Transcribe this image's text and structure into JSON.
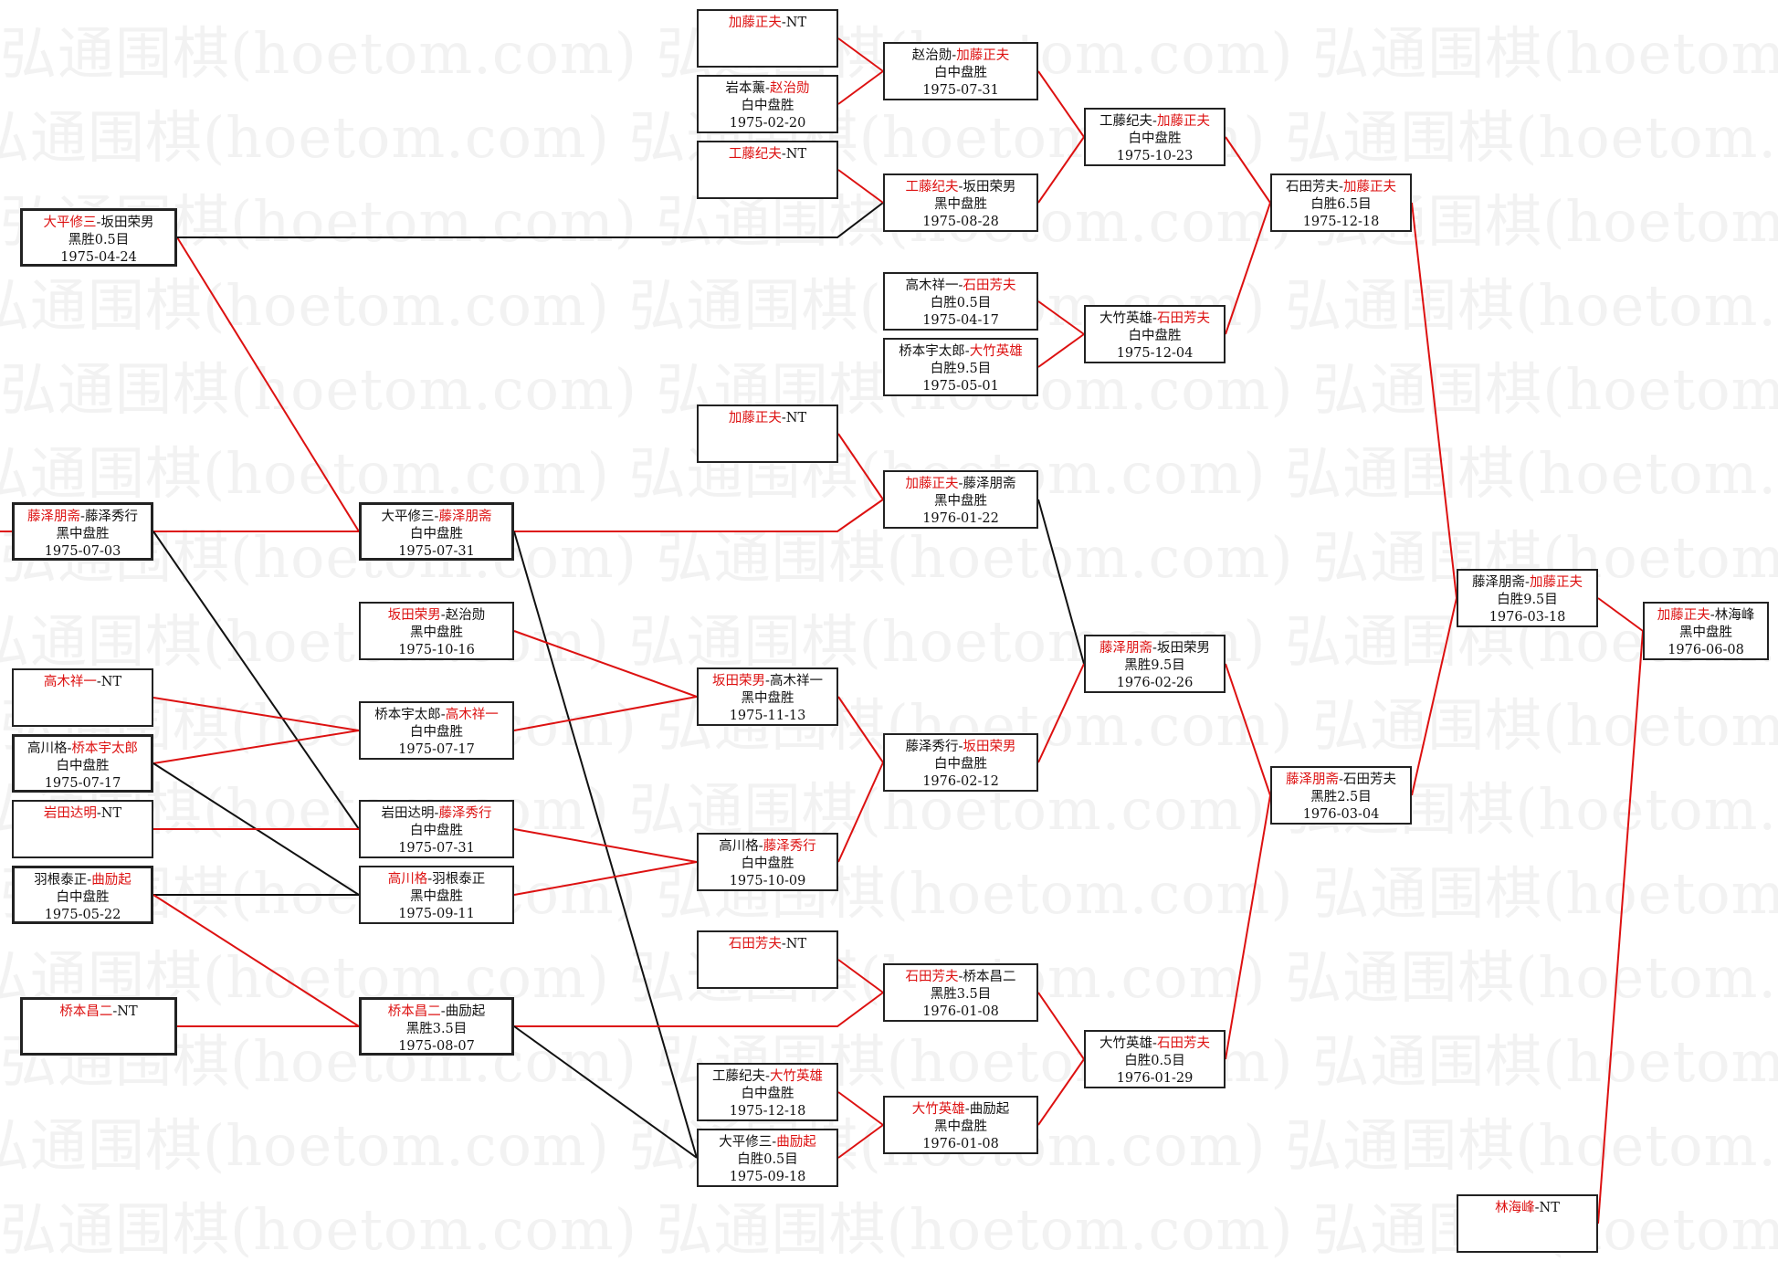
{
  "watermark": "弘通围棋(hoetom.com)",
  "colors": {
    "winner": "#dd1111",
    "line_red": "#dd1111",
    "line_black": "#111111"
  },
  "matches": [
    {
      "id": "r1_1",
      "p1": "大平修三",
      "p2": "坂田荣男",
      "winner": 1,
      "result": "黑胜0.5目",
      "date": "1975-04-24",
      "thick": true
    },
    {
      "id": "r1_2",
      "p1": "藤泽朋斋",
      "p2": "藤泽秀行",
      "winner": 1,
      "result": "黑中盘胜",
      "date": "1975-07-03",
      "thick": true
    },
    {
      "id": "r1_3",
      "p1": "高木祥一",
      "p2": "NT",
      "winner": 1,
      "result": "",
      "date": "",
      "thick": false
    },
    {
      "id": "r1_4",
      "p1": "高川格",
      "p2": "桥本宇太郎",
      "winner": 2,
      "result": "白中盘胜",
      "date": "1975-07-17",
      "thick": true
    },
    {
      "id": "r1_5",
      "p1": "岩田达明",
      "p2": "NT",
      "winner": 1,
      "result": "",
      "date": "",
      "thick": false
    },
    {
      "id": "r1_6",
      "p1": "羽根泰正",
      "p2": "曲励起",
      "winner": 2,
      "result": "白中盘胜",
      "date": "1975-05-22",
      "thick": true
    },
    {
      "id": "r1_7",
      "p1": "桥本昌二",
      "p2": "NT",
      "winner": 1,
      "result": "",
      "date": "",
      "thick": true
    },
    {
      "id": "r2_1",
      "p1": "大平修三",
      "p2": "藤泽朋斋",
      "winner": 2,
      "result": "白中盘胜",
      "date": "1975-07-31",
      "thick": true
    },
    {
      "id": "r2_2",
      "p1": "坂田荣男",
      "p2": "赵治勋",
      "winner": 1,
      "result": "黑中盘胜",
      "date": "1975-10-16",
      "thick": false
    },
    {
      "id": "r2_3",
      "p1": "桥本宇太郎",
      "p2": "高木祥一",
      "winner": 2,
      "result": "白中盘胜",
      "date": "1975-07-17",
      "thick": false
    },
    {
      "id": "r2_4",
      "p1": "岩田达明",
      "p2": "藤泽秀行",
      "winner": 2,
      "result": "白中盘胜",
      "date": "1975-07-31",
      "thick": false
    },
    {
      "id": "r2_5",
      "p1": "高川格",
      "p2": "羽根泰正",
      "winner": 1,
      "result": "黑中盘胜",
      "date": "1975-09-11",
      "thick": false
    },
    {
      "id": "r2_6",
      "p1": "桥本昌二",
      "p2": "曲励起",
      "winner": 1,
      "result": "黑胜3.5目",
      "date": "1975-08-07",
      "thick": true
    },
    {
      "id": "r3_1",
      "p1": "加藤正夫",
      "p2": "NT",
      "winner": 1,
      "result": "",
      "date": "",
      "thick": false
    },
    {
      "id": "r3_2",
      "p1": "岩本薰",
      "p2": "赵治勋",
      "winner": 2,
      "result": "白中盘胜",
      "date": "1975-02-20",
      "thick": false
    },
    {
      "id": "r3_3",
      "p1": "工藤纪夫",
      "p2": "NT",
      "winner": 1,
      "result": "",
      "date": "",
      "thick": false
    },
    {
      "id": "r3_4",
      "p1": "加藤正夫",
      "p2": "NT",
      "winner": 1,
      "result": "",
      "date": "",
      "thick": false
    },
    {
      "id": "r3_5",
      "p1": "坂田荣男",
      "p2": "高木祥一",
      "winner": 1,
      "result": "黑中盘胜",
      "date": "1975-11-13",
      "thick": false
    },
    {
      "id": "r3_6",
      "p1": "高川格",
      "p2": "藤泽秀行",
      "winner": 2,
      "result": "白中盘胜",
      "date": "1975-10-09",
      "thick": false
    },
    {
      "id": "r3_7",
      "p1": "石田芳夫",
      "p2": "NT",
      "winner": 1,
      "result": "",
      "date": "",
      "thick": false
    },
    {
      "id": "r3_8",
      "p1": "工藤纪夫",
      "p2": "大竹英雄",
      "winner": 2,
      "result": "白中盘胜",
      "date": "1975-12-18",
      "thick": false
    },
    {
      "id": "r3_9",
      "p1": "大平修三",
      "p2": "曲励起",
      "winner": 2,
      "result": "白胜0.5目",
      "date": "1975-09-18",
      "thick": false
    },
    {
      "id": "r4_1",
      "p1": "赵治勋",
      "p2": "加藤正夫",
      "winner": 2,
      "result": "白中盘胜",
      "date": "1975-07-31",
      "thick": false
    },
    {
      "id": "r4_2",
      "p1": "工藤纪夫",
      "p2": "坂田荣男",
      "winner": 1,
      "result": "黑中盘胜",
      "date": "1975-08-28",
      "thick": false
    },
    {
      "id": "r4_3",
      "p1": "高木祥一",
      "p2": "石田芳夫",
      "winner": 2,
      "result": "白胜0.5目",
      "date": "1975-04-17",
      "thick": false
    },
    {
      "id": "r4_4",
      "p1": "桥本宇太郎",
      "p2": "大竹英雄",
      "winner": 2,
      "result": "白胜9.5目",
      "date": "1975-05-01",
      "thick": false
    },
    {
      "id": "r4_5",
      "p1": "加藤正夫",
      "p2": "藤泽朋斋",
      "winner": 1,
      "result": "黑中盘胜",
      "date": "1976-01-22",
      "thick": false
    },
    {
      "id": "r4_6",
      "p1": "藤泽秀行",
      "p2": "坂田荣男",
      "winner": 2,
      "result": "白中盘胜",
      "date": "1976-02-12",
      "thick": false
    },
    {
      "id": "r4_7",
      "p1": "石田芳夫",
      "p2": "桥本昌二",
      "winner": 1,
      "result": "黑胜3.5目",
      "date": "1976-01-08",
      "thick": false
    },
    {
      "id": "r4_8",
      "p1": "大竹英雄",
      "p2": "曲励起",
      "winner": 1,
      "result": "黑中盘胜",
      "date": "1976-01-08",
      "thick": false
    },
    {
      "id": "r5_1",
      "p1": "工藤纪夫",
      "p2": "加藤正夫",
      "winner": 2,
      "result": "白中盘胜",
      "date": "1975-10-23",
      "thick": false
    },
    {
      "id": "r5_2",
      "p1": "大竹英雄",
      "p2": "石田芳夫",
      "winner": 2,
      "result": "白中盘胜",
      "date": "1975-12-04",
      "thick": false
    },
    {
      "id": "r5_3",
      "p1": "藤泽朋斋",
      "p2": "坂田荣男",
      "winner": 1,
      "result": "黑胜9.5目",
      "date": "1976-02-26",
      "thick": false
    },
    {
      "id": "r5_4",
      "p1": "大竹英雄",
      "p2": "石田芳夫",
      "winner": 2,
      "result": "白胜0.5目",
      "date": "1976-01-29",
      "thick": false
    },
    {
      "id": "r6_1",
      "p1": "石田芳夫",
      "p2": "加藤正夫",
      "winner": 2,
      "result": "白胜6.5目",
      "date": "1975-12-18",
      "thick": false
    },
    {
      "id": "r6_2",
      "p1": "藤泽朋斋",
      "p2": "石田芳夫",
      "winner": 1,
      "result": "黑胜2.5目",
      "date": "1976-03-04",
      "thick": false
    },
    {
      "id": "r7_1",
      "p1": "藤泽朋斋",
      "p2": "加藤正夫",
      "winner": 2,
      "result": "白胜9.5目",
      "date": "1976-03-18",
      "thick": false
    },
    {
      "id": "r7_2",
      "p1": "林海峰",
      "p2": "NT",
      "winner": 1,
      "result": "",
      "date": "",
      "thick": false
    },
    {
      "id": "r8_1",
      "p1": "加藤正夫",
      "p2": "林海峰",
      "winner": 1,
      "result": "黑中盘胜",
      "date": "1976-06-08",
      "thick": false
    }
  ],
  "links": [
    {
      "from": "r1_1",
      "to": "r2_1",
      "color": "red"
    },
    {
      "from": "r1_1",
      "to": "r4_2",
      "color": "black"
    },
    {
      "from": "r1_2",
      "to": "r2_1",
      "color": "red"
    },
    {
      "from": "r1_2",
      "to": "r2_4",
      "color": "black"
    },
    {
      "from": "r1_3",
      "to": "r2_3",
      "color": "red"
    },
    {
      "from": "r1_4",
      "to": "r2_3",
      "color": "red"
    },
    {
      "from": "r1_4",
      "to": "r2_5",
      "color": "black"
    },
    {
      "from": "r1_5",
      "to": "r2_4",
      "color": "red"
    },
    {
      "from": "r1_6",
      "to": "r2_5",
      "color": "black"
    },
    {
      "from": "r1_6",
      "to": "r2_6",
      "color": "red"
    },
    {
      "from": "r1_7",
      "to": "r2_6",
      "color": "red"
    },
    {
      "from": "r2_1",
      "to": "r4_5",
      "color": "red"
    },
    {
      "from": "r2_1",
      "to": "r3_9",
      "color": "black"
    },
    {
      "from": "r2_2",
      "to": "r3_5",
      "color": "red"
    },
    {
      "from": "r2_3",
      "to": "r3_5",
      "color": "red"
    },
    {
      "from": "r2_4",
      "to": "r3_6",
      "color": "red"
    },
    {
      "from": "r2_5",
      "to": "r3_6",
      "color": "red"
    },
    {
      "from": "r2_6",
      "to": "r4_7",
      "color": "red"
    },
    {
      "from": "r2_6",
      "to": "r3_9",
      "color": "black"
    },
    {
      "from": "r3_1",
      "to": "r4_1",
      "color": "red"
    },
    {
      "from": "r3_2",
      "to": "r4_1",
      "color": "red"
    },
    {
      "from": "r3_3",
      "to": "r4_2",
      "color": "red"
    },
    {
      "from": "r3_4",
      "to": "r4_5",
      "color": "red"
    },
    {
      "from": "r3_5",
      "to": "r4_6",
      "color": "red"
    },
    {
      "from": "r3_6",
      "to": "r4_6",
      "color": "red"
    },
    {
      "from": "r3_7",
      "to": "r4_7",
      "color": "red"
    },
    {
      "from": "r3_8",
      "to": "r4_8",
      "color": "red"
    },
    {
      "from": "r3_9",
      "to": "r4_8",
      "color": "red"
    },
    {
      "from": "r4_1",
      "to": "r5_1",
      "color": "red"
    },
    {
      "from": "r4_2",
      "to": "r5_1",
      "color": "red"
    },
    {
      "from": "r4_3",
      "to": "r5_2",
      "color": "red"
    },
    {
      "from": "r4_4",
      "to": "r5_2",
      "color": "red"
    },
    {
      "from": "r4_5",
      "to": "r5_3",
      "color": "black"
    },
    {
      "from": "r4_6",
      "to": "r5_3",
      "color": "red"
    },
    {
      "from": "r4_7",
      "to": "r5_4",
      "color": "red"
    },
    {
      "from": "r4_8",
      "to": "r5_4",
      "color": "red"
    },
    {
      "from": "r5_1",
      "to": "r6_1",
      "color": "red"
    },
    {
      "from": "r5_2",
      "to": "r6_1",
      "color": "red"
    },
    {
      "from": "r5_3",
      "to": "r6_2",
      "color": "red"
    },
    {
      "from": "r5_4",
      "to": "r6_2",
      "color": "red"
    },
    {
      "from": "r6_1",
      "to": "r7_1",
      "color": "red"
    },
    {
      "from": "r6_2",
      "to": "r7_1",
      "color": "red"
    },
    {
      "from": "r7_1",
      "to": "r8_1",
      "color": "red"
    },
    {
      "from": "r7_2",
      "to": "r8_1",
      "color": "red"
    }
  ]
}
